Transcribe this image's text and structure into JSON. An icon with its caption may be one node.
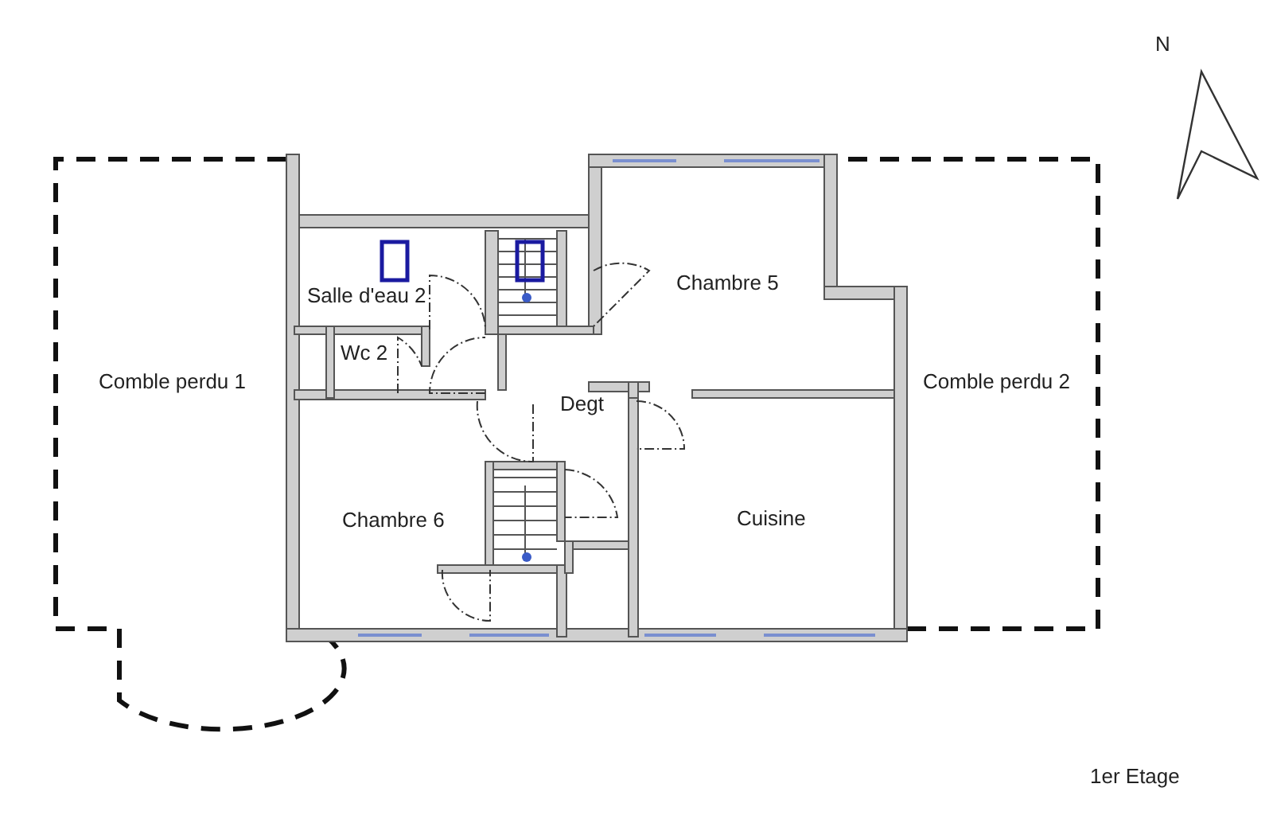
{
  "diagram": {
    "labels": [
      "N",
      "Chambre 5",
      "Salle d'eau 2",
      "Wc 2",
      "Comble perdu 1",
      "Comble perdu 2",
      "Degt",
      "Chambre 6",
      "Cuisine",
      "1er Etage"
    ]
  }
}
